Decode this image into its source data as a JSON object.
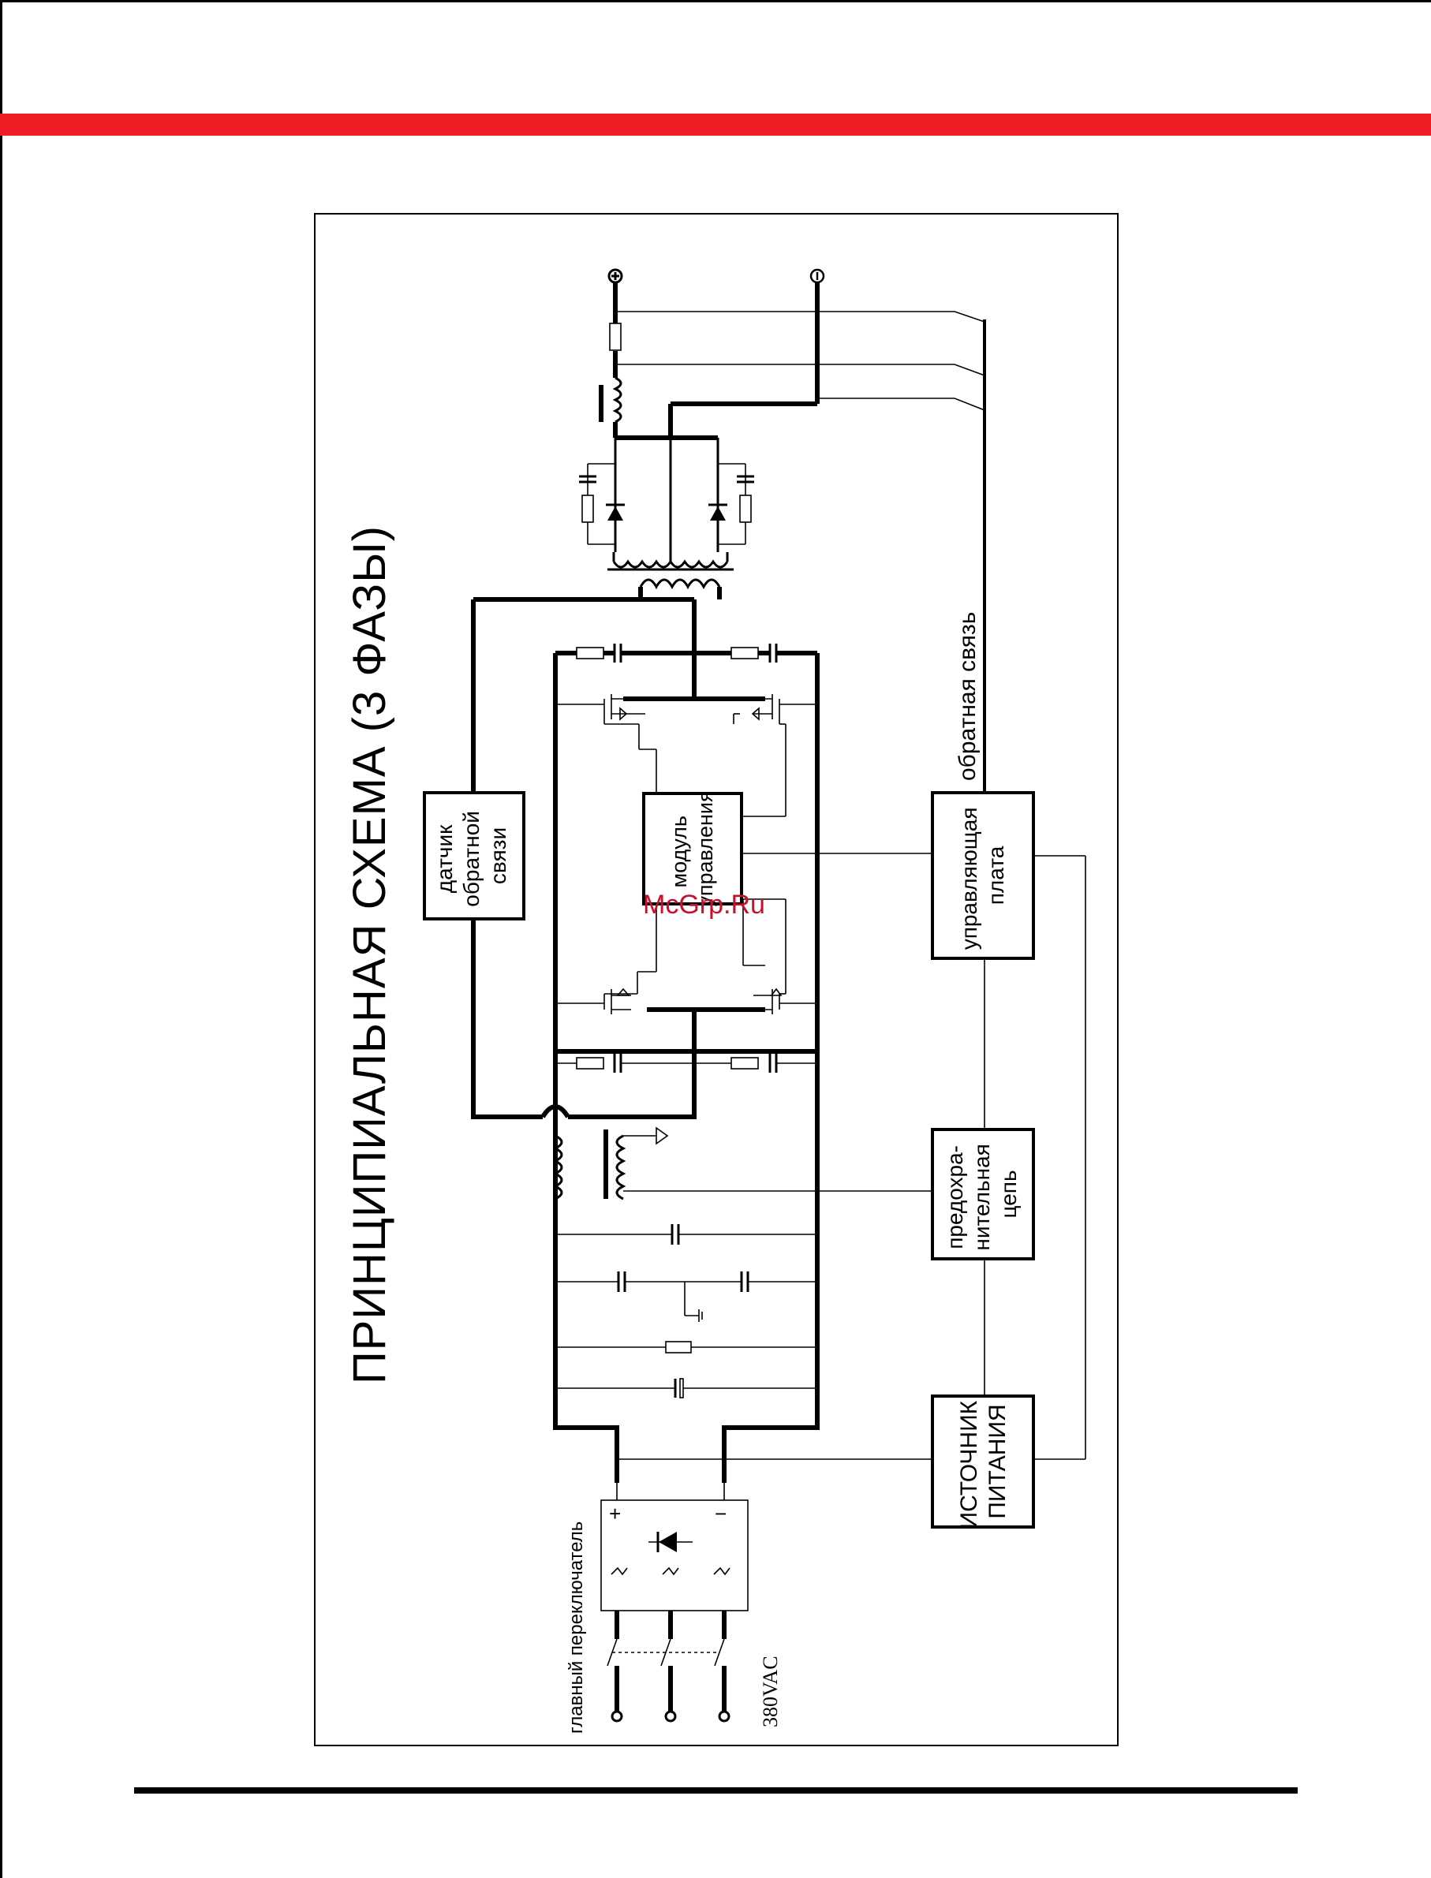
{
  "colors": {
    "accent_bar": "#ee1c25",
    "ink": "#000000",
    "watermark": "#c8102e"
  },
  "diagram": {
    "title": "ПРИНЦИПИАЛЬНАЯ СХЕМА (3 ФАЗЫ)",
    "watermark": "McGrp.Ru",
    "blocks": {
      "feedback_sensor": [
        "датчик",
        "обратной",
        "связи"
      ],
      "control_module": [
        "модуль",
        "управления"
      ],
      "control_board": [
        "управляющая",
        "плата"
      ],
      "protection_circuit": [
        "предохра-",
        "нительная",
        "цепь"
      ],
      "power_source": [
        "ИСТОЧНИК",
        "ПИТАНИЯ"
      ]
    },
    "labels": {
      "feedback": "обратная связь",
      "main_switch": "главный переключатель",
      "mains_voltage": "380VAC",
      "plus": "+",
      "minus": "−"
    }
  }
}
